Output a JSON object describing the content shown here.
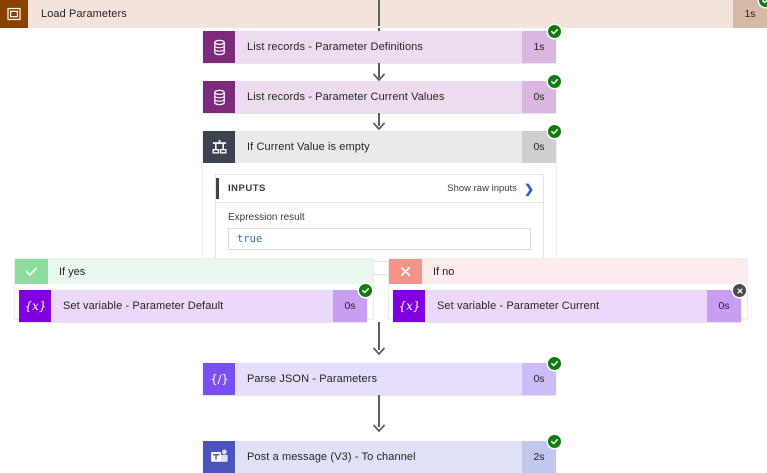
{
  "scope": {
    "icon": "scope-icon",
    "title": "Load Parameters",
    "duration": "1s",
    "status": "succeeded"
  },
  "actions": [
    {
      "id": "list-records-parameter-definitions",
      "icon": "dataverse-database-icon",
      "title": "List records - Parameter Definitions",
      "duration": "1s",
      "status": "succeeded"
    },
    {
      "id": "list-records-parameter-current-values",
      "icon": "dataverse-database-icon",
      "title": "List records - Parameter Current Values",
      "duration": "0s",
      "status": "succeeded"
    },
    {
      "id": "if-current-value-is-empty",
      "icon": "condition-branch-icon",
      "title": "If Current Value is empty",
      "duration": "0s",
      "status": "succeeded"
    },
    {
      "id": "parse-json-parameters",
      "icon": "parse-json-icon",
      "title": "Parse JSON - Parameters",
      "duration": "0s",
      "status": "succeeded"
    },
    {
      "id": "post-a-message-to-channel",
      "icon": "microsoft-teams-icon",
      "title": "Post a message (V3) - To channel",
      "duration": "2s",
      "status": "succeeded"
    }
  ],
  "condition_panel": {
    "inputs_label": "INPUTS",
    "show_raw_link": "Show raw inputs",
    "chevron": "chevron-right-icon",
    "expression_label": "Expression result",
    "expression_value": "true"
  },
  "branches": {
    "yes": {
      "icon": "check-icon",
      "label": "If yes",
      "action": {
        "icon": "set-variable-icon",
        "title": "Set variable - Parameter Default",
        "duration": "0s",
        "status": "succeeded"
      }
    },
    "no": {
      "icon": "x-icon",
      "label": "If no",
      "action": {
        "icon": "set-variable-icon",
        "title": "Set variable - Parameter Current",
        "duration": "0s",
        "status": "skipped"
      }
    }
  },
  "colors": {
    "scope_accent": "#8b4000",
    "scope_background": "#f2e4dc",
    "dataverse": "#7e2a7b",
    "control": "#3b4250",
    "variable": "#8100e0",
    "parse_json": "#7a4ff0",
    "teams": "#4b53bc",
    "status_succeeded": "#107c10",
    "status_skipped": "#4a4a4a",
    "branch_yes": "#8fdc9f",
    "branch_no": "#f3948a",
    "link_blue": "#2864c8",
    "value_text": "#3a6ea5"
  }
}
